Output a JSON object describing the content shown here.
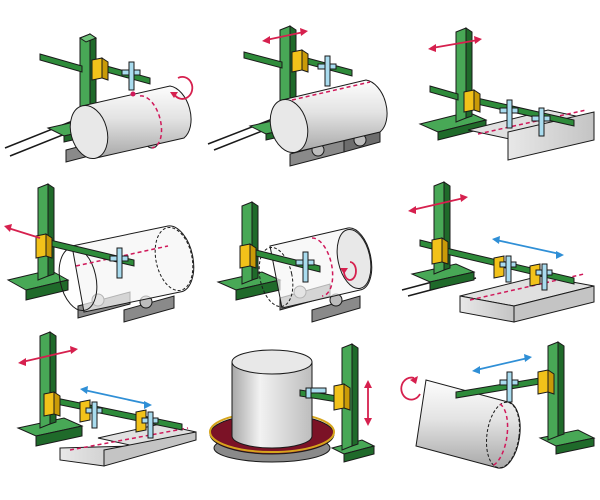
{
  "palette": {
    "column_green": "#2e8b3a",
    "column_green_dark": "#1f6a2a",
    "column_green_light": "#48a856",
    "carriage_yellow": "#f2c21a",
    "carriage_yellow_dark": "#c99a08",
    "torch_cyan": "#a9dcef",
    "torch_blue": "#4a90c8",
    "pipe_light": "#f4f4f4",
    "pipe_mid": "#d8d8d8",
    "pipe_dark": "#a9a9a9",
    "roller_grey": "#8a8a8a",
    "roller_dark": "#555555",
    "plate_grey": "#d4d4d4",
    "seam_red": "#d0195a",
    "motion_arrow_red": "#d6204e",
    "motion_arrow_blue": "#2f8fd6",
    "turntable_maroon": "#7b1226",
    "turntable_rim": "#d6a51c",
    "outline": "#1a1a1a"
  },
  "panels": [
    {
      "name": "panel-pipe-circumferential-rotate",
      "workpiece": "pipe-on-rollers",
      "motion": "rotate"
    },
    {
      "name": "panel-pipe-longitudinal-seam",
      "workpiece": "pipe-on-rollers",
      "motion": "boom-horizontal"
    },
    {
      "name": "panel-plate-longitudinal-seam",
      "workpiece": "flat-plate",
      "motion": "boom-horizontal"
    },
    {
      "name": "panel-transparent-pipe-longitudinal",
      "workpiece": "pipe-on-rollers",
      "motion": "boom-horizontal"
    },
    {
      "name": "panel-transparent-pipe-circumferential",
      "workpiece": "pipe-on-rollers",
      "motion": "rotate"
    },
    {
      "name": "panel-plate-dual-torch",
      "workpiece": "flat-plate",
      "motion": "boom-and-carriage"
    },
    {
      "name": "panel-plate-dual-torch-long",
      "workpiece": "flat-plate",
      "motion": "boom-and-carriage"
    },
    {
      "name": "panel-vessel-turntable",
      "workpiece": "vertical-vessel-on-turntable",
      "motion": "vertical"
    },
    {
      "name": "panel-pipe-angled-boom",
      "workpiece": "pipe-tilted",
      "motion": "rotate-and-carriage"
    }
  ]
}
